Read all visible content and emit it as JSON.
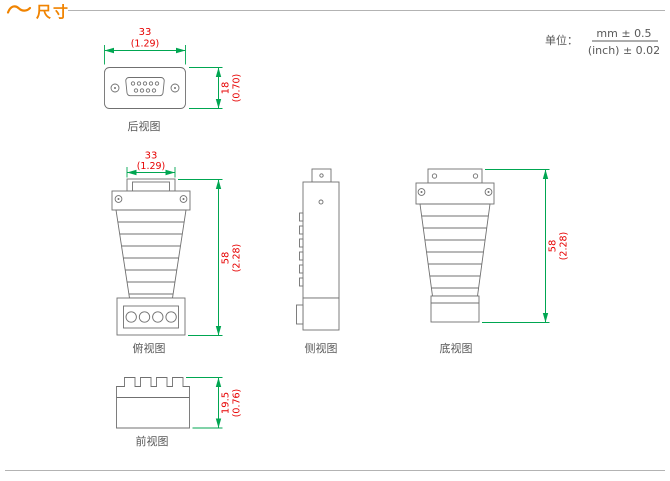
{
  "header": {
    "title": "尺寸",
    "unit_label": "单位：",
    "unit_mm": "mm ± 0.5",
    "unit_inch": "(inch) ± 0.02"
  },
  "colors": {
    "outline": "#707070",
    "dimension_line": "#00a651",
    "dimension_text": "#e60000",
    "accent_orange": "#f08300",
    "label_text": "#595959",
    "border_line": "#b3b3b3"
  },
  "views": {
    "rear": {
      "label": "后视图",
      "width_mm": "33",
      "width_inch": "(1.29)",
      "height_mm": "18",
      "height_inch": "(0.70)"
    },
    "top": {
      "label": "俯视图",
      "width_mm": "33",
      "width_inch": "(1.29)",
      "height_mm": "58",
      "height_inch": "(2.28)"
    },
    "side": {
      "label": "侧视图"
    },
    "bottom": {
      "label": "底视图",
      "height_mm": "58",
      "height_inch": "(2.28)"
    },
    "front": {
      "label": "前视图",
      "height_mm": "19.5",
      "height_inch": "(0.76)"
    }
  }
}
